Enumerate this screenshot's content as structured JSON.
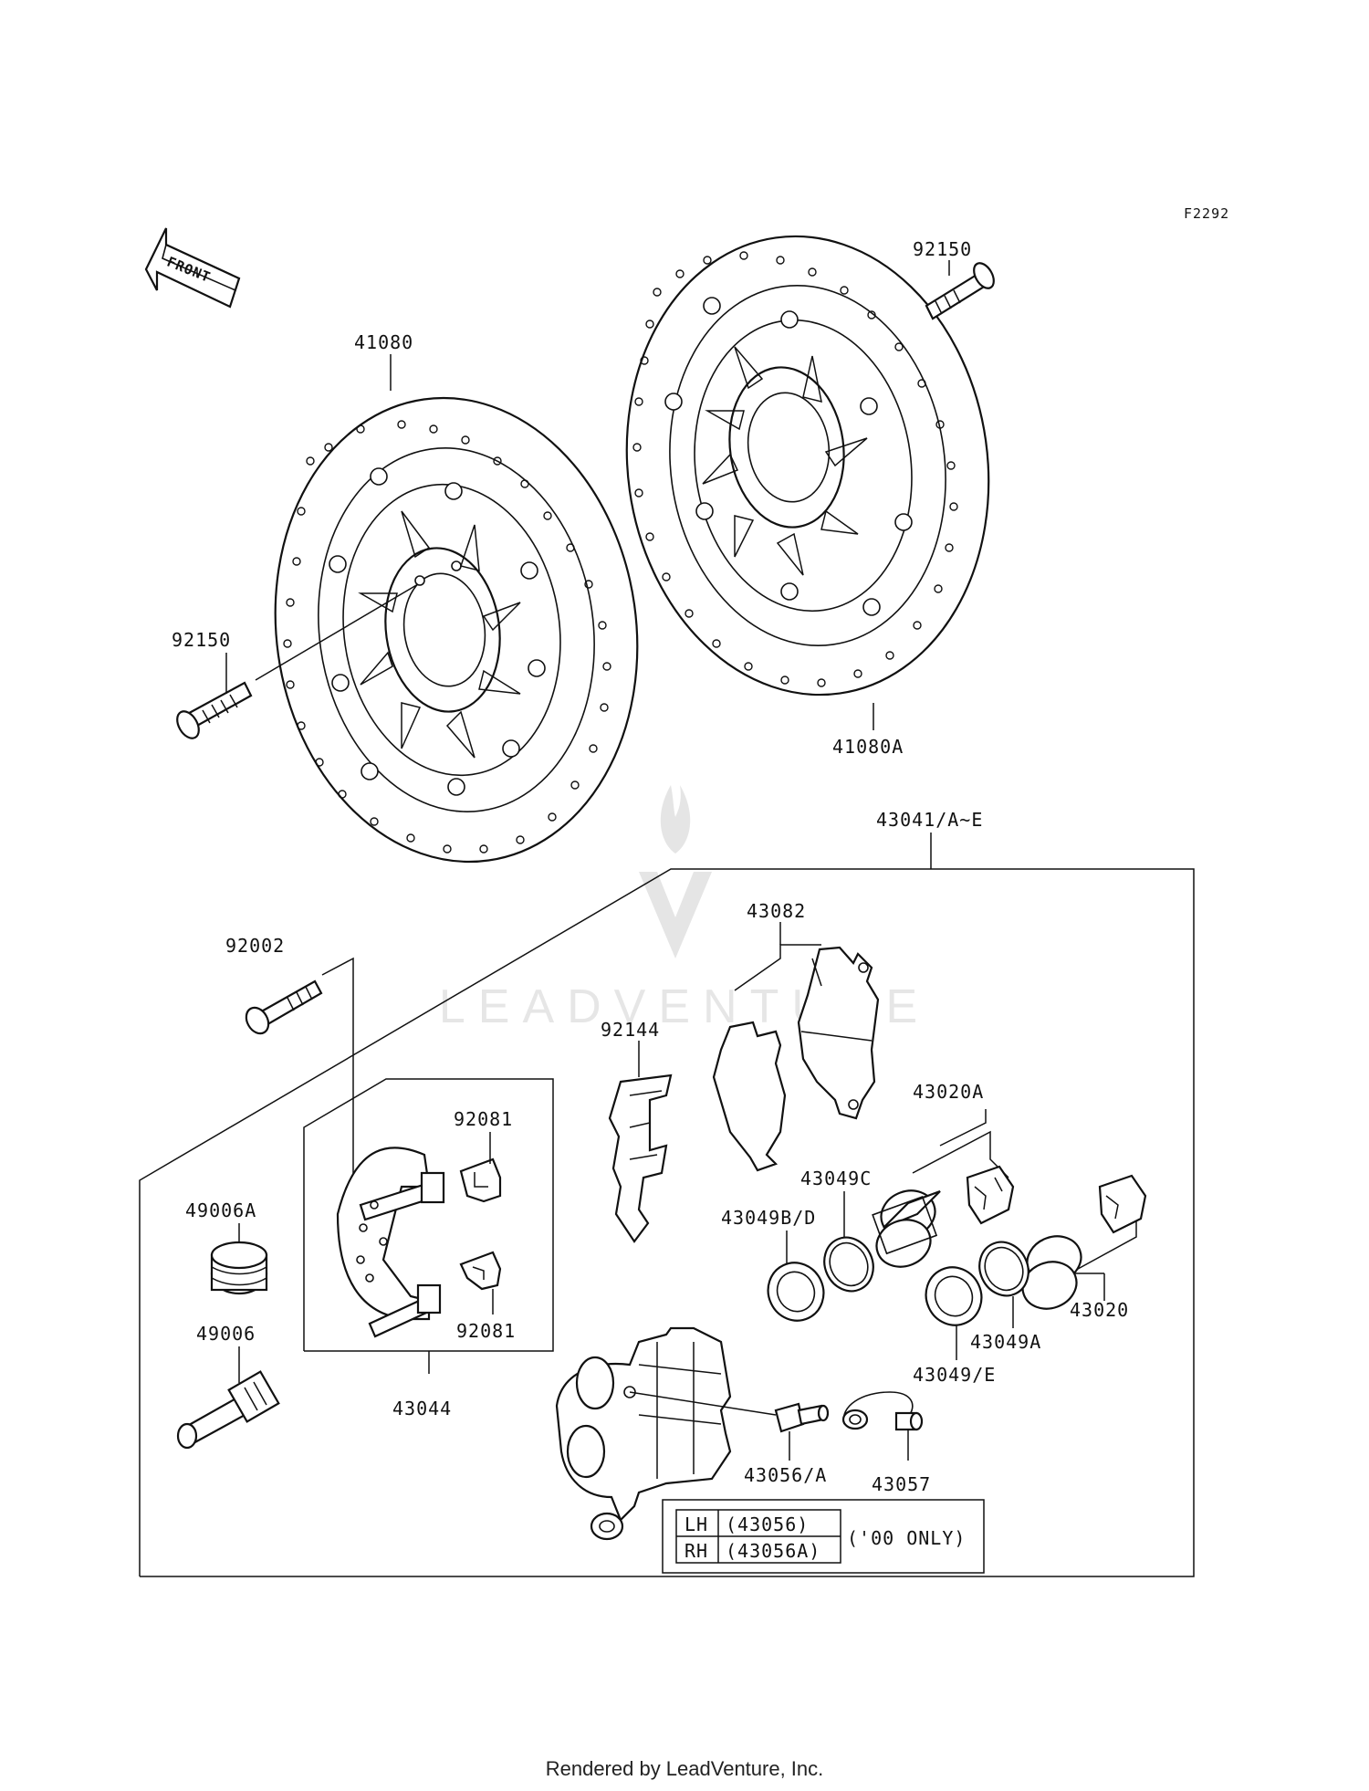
{
  "figure_code": "F2292",
  "front_arrow_label": "FRONT",
  "watermark": "LEADVENTURE",
  "labels": {
    "disc_left": "41080",
    "disc_right": "41080A",
    "bolt_left": "92150",
    "bolt_right": "92150",
    "caliper_assy": "43041/A~E",
    "bolt_92002": "92002",
    "pads": "43082",
    "spring_92144": "92144",
    "boot_92081_top": "92081",
    "boot_92081_bottom": "92081",
    "holder_box": "43044",
    "bushing_49006A": "49006A",
    "pin_49006": "49006",
    "piston_43020A": "43020A",
    "seal_43049C": "43049C",
    "seal_43049BD": "43049B/D",
    "seal_43049A": "43049A",
    "seal_43049E": "43049/E",
    "piston_43020": "43020",
    "valve_43056": "43056/A",
    "cap_43057": "43057"
  },
  "table": {
    "rows": [
      {
        "side": "LH",
        "part": "(43056)"
      },
      {
        "side": "RH",
        "part": "(43056A)"
      }
    ],
    "note": "('00 ONLY)"
  },
  "footer": "Rendered by LeadVenture, Inc."
}
